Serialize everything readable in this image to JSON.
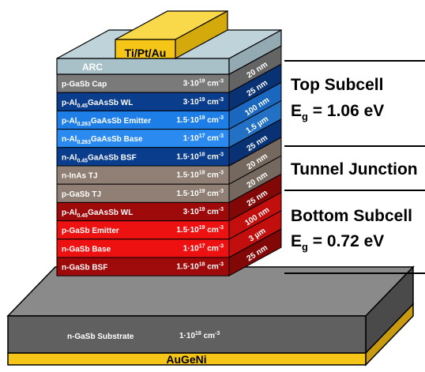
{
  "top_contact": "Ti/Pt/Au",
  "arc": "ARC",
  "layers": [
    {
      "name": [
        "p-GaSb Cap"
      ],
      "doping": [
        "3·10",
        "19",
        " cm",
        "-3"
      ],
      "thickness": "20 nm",
      "color": "#7a7a7a"
    },
    {
      "name": [
        "p-Al",
        "0.45",
        "GaAsSb WL"
      ],
      "doping": [
        "3·10",
        "19",
        " cm",
        "-3"
      ],
      "thickness": "25 nm",
      "color": "#0a3d8c"
    },
    {
      "name": [
        "p-Al",
        "0.263",
        "GaAsSb Emitter"
      ],
      "doping": [
        "1.5·10",
        "19",
        " cm",
        "-3"
      ],
      "thickness": "100 nm",
      "color": "#1e7ee8"
    },
    {
      "name": [
        "n-Al",
        "0.263",
        "GaAsSb Base"
      ],
      "doping": [
        "1·10",
        "17",
        " cm",
        "-3"
      ],
      "thickness": "1.5 µm",
      "color": "#2a8af0"
    },
    {
      "name": [
        "n-Al",
        "0.45",
        "GaAsSb BSF"
      ],
      "doping": [
        "1.5·10",
        "18",
        " cm",
        "-3"
      ],
      "thickness": "25 nm",
      "color": "#0a3d8c"
    },
    {
      "name": [
        "n-InAs TJ"
      ],
      "doping": [
        "1.5·10",
        "18",
        " cm",
        "-3"
      ],
      "thickness": "20 nm",
      "color": "#8f7f74"
    },
    {
      "name": [
        "p-GaSb TJ"
      ],
      "doping": [
        "1.5·10",
        "19",
        " cm",
        "-3"
      ],
      "thickness": "20 nm",
      "color": "#8f7f74"
    },
    {
      "name": [
        "p-Al",
        "0.45",
        "GaAsSb WL"
      ],
      "doping": [
        "3·10",
        "19",
        " cm",
        "-3"
      ],
      "thickness": "25 nm",
      "color": "#9e0a0a"
    },
    {
      "name": [
        "p-GaSb Emitter"
      ],
      "doping": [
        "1.5·10",
        "19",
        " cm",
        "-3"
      ],
      "thickness": "100 nm",
      "color": "#ee1111"
    },
    {
      "name": [
        "n-GaSb Base"
      ],
      "doping": [
        "1·10",
        "17",
        " cm",
        "-3"
      ],
      "thickness": "3 µm",
      "color": "#ee1111"
    },
    {
      "name": [
        "n-GaSb BSF"
      ],
      "doping": [
        "1.5·10",
        "18",
        " cm",
        "-3"
      ],
      "thickness": "25 nm",
      "color": "#9e0a0a"
    }
  ],
  "substrate": {
    "name": "n-GaSb Substrate",
    "doping": [
      "1·10",
      "18",
      " cm",
      "-3"
    ]
  },
  "back_contact": "AuGeNi",
  "right_labels": {
    "top_subcell": "Top Subcell",
    "top_eg_prefix": "E",
    "top_eg_sub": "g",
    "top_eg_value": " = 1.06 eV",
    "tunnel_junction": "Tunnel Junction",
    "bottom_subcell": "Bottom Subcell",
    "bottom_eg_prefix": "E",
    "bottom_eg_sub": "g",
    "bottom_eg_value": " = 0.72 eV"
  },
  "colors": {
    "contact_gold": "#f5c518",
    "arc": "#a8c0c8",
    "substrate": "#606060",
    "edge": "#000000"
  }
}
